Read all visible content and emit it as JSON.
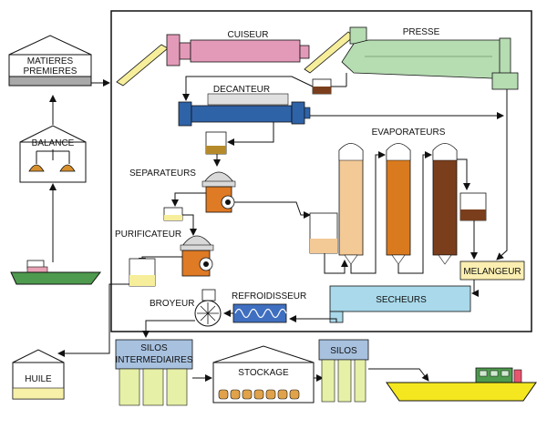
{
  "labels": {
    "matieres": "MATIERES",
    "premieres": "PREMIERES",
    "balance": "BALANCE",
    "cuiseur": "CUISEUR",
    "presse": "PRESSE",
    "decanteur": "DECANTEUR",
    "evaporateurs": "EVAPORATEURS",
    "separateurs": "SEPARATEURS",
    "purificateur": "PURIFICATEUR",
    "melangeur": "MELANGEUR",
    "broyeur": "BROYEUR",
    "refroidisseur": "REFROIDISSEUR",
    "secheurs": "SECHEURS",
    "huile": "HUILE",
    "silos_intermediaires_1": "SILOS",
    "silos_intermediaires_2": "INTERMEDIAIRES",
    "stockage": "STOCKAGE",
    "silos": "SILOS"
  },
  "colors": {
    "cuiseur": "#e39ab8",
    "presse": "#b6dcb2",
    "decanteur": "#2f63a8",
    "separator": "#df7a25",
    "tank_light": "#f3c996",
    "tank_medium": "#d97a1f",
    "tank_dark": "#7a3e1c",
    "melangeur": "#fbeeb1",
    "secheurs": "#a9d9ea",
    "refroidisseur": "#3f6fc0",
    "silo_header": "#a7c1df",
    "silo_body": "#e6f0a7",
    "huile": "#f6f0a9",
    "ship_hull": "#f4e71f",
    "boat_hull": "#4e9a4e"
  },
  "icons": [
    "boat-icon",
    "ship-icon",
    "scale-pan-icon",
    "fish-bag-icon",
    "fan-icon",
    "screw-conveyor-icon"
  ]
}
